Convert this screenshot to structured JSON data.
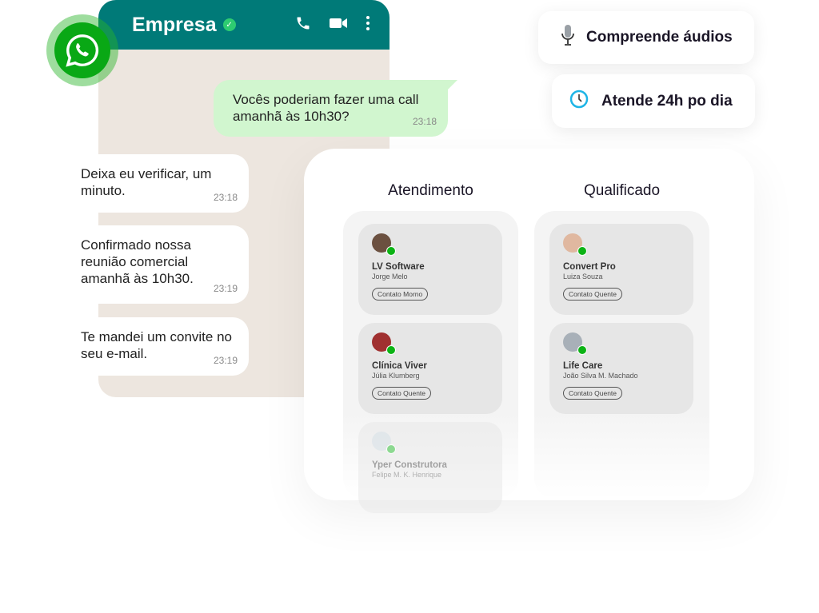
{
  "chat": {
    "contact_name": "Empresa",
    "messages": [
      {
        "direction": "sent",
        "text": "Vocês poderiam fazer uma call amanhã às 10h30?",
        "time": "23:18"
      },
      {
        "direction": "received",
        "text": "Deixa eu verificar, um minuto.",
        "time": "23:18"
      },
      {
        "direction": "received",
        "text": "Confirmado nossa reunião comercial amanhã às 10h30.",
        "time": "23:19"
      },
      {
        "direction": "received",
        "text": "Te mandei um convite no seu e-mail.",
        "time": "23:19"
      }
    ]
  },
  "features": [
    {
      "icon": "microphone-icon",
      "label": "Compreende áudios"
    },
    {
      "icon": "clock-icon",
      "label": "Atende 24h po dia"
    }
  ],
  "board": {
    "columns": [
      {
        "title": "Atendimento",
        "cards": [
          {
            "company": "LV Software",
            "person": "Jorge Melo",
            "tag": "Contato Morno"
          },
          {
            "company": "Clínica Viver",
            "person": "Júlia Klumberg",
            "tag": "Contato Quente"
          },
          {
            "company": "Yper Construtora",
            "person": "Felipe M. K. Henrique"
          }
        ]
      },
      {
        "title": "Qualificado",
        "cards": [
          {
            "company": "Convert Pro",
            "person": "Luiza Souza",
            "tag": "Contato Quente"
          },
          {
            "company": "Life Care",
            "person": "João Silva M. Machado",
            "tag": "Contato Quente"
          }
        ]
      }
    ]
  },
  "colors": {
    "header": "#007a78",
    "sent_bubble": "#d1f6cf",
    "whatsapp": "#09a815"
  }
}
